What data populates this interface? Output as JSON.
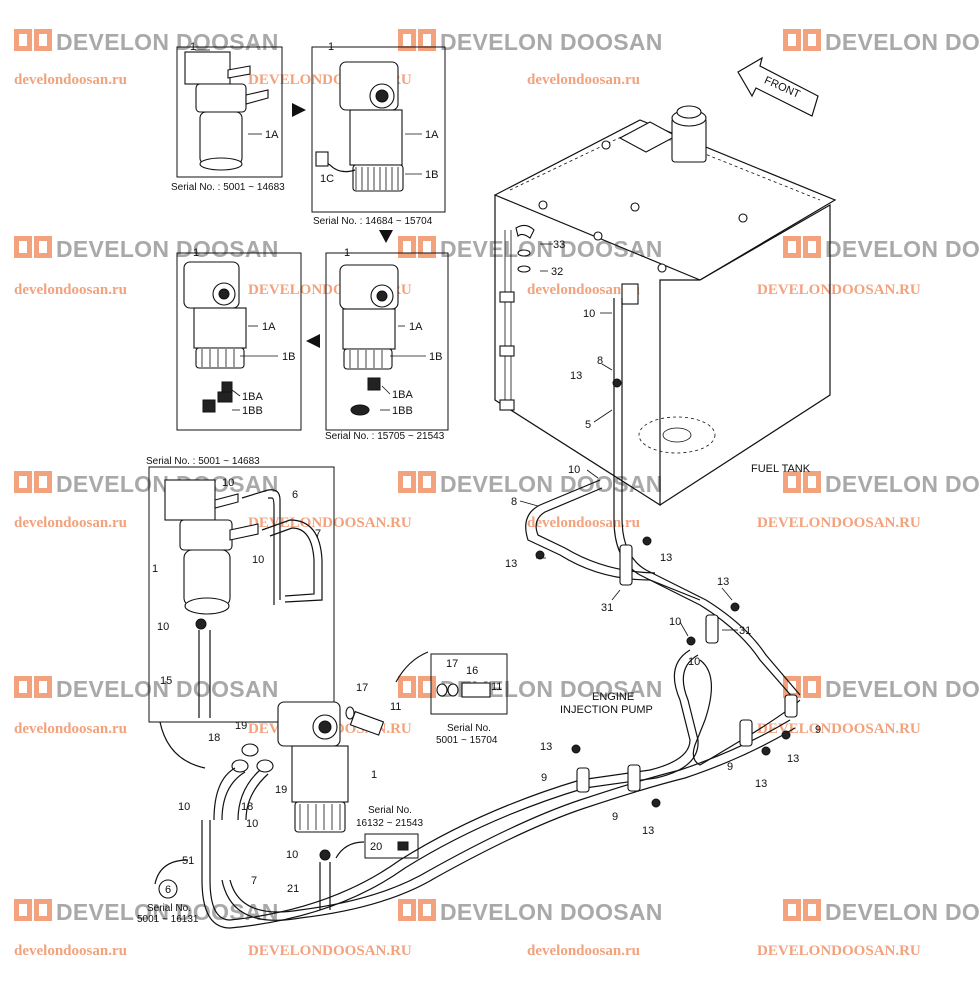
{
  "watermark": {
    "brand": "DEVELON DOOSAN",
    "url_lower": "develondoosan.ru",
    "url_upper": "DEVELONDOOSAN.RU",
    "brand_color": "#a9a9a9",
    "url_color": "#f2a27d"
  },
  "front_label": "FRONT",
  "fuel_tank_label": "FUEL TANK",
  "engine_label_line1": "ENGINE",
  "engine_label_line2": "INJECTION PUMP",
  "serials": {
    "s1": "Serial No. : 5001 ~ 14683",
    "s2": "Serial No. : 14684 ~ 15704",
    "s3": "Serial No. : 15705 ~ 21543",
    "s4": "Serial No. : 5001 ~ 14683",
    "s5_line1": "Serial No.",
    "s5_line2": "5001 ~ 15704",
    "s6_line1": "Serial No.",
    "s6_line2": "16132 ~ 21543",
    "s7_line1": "Serial No.",
    "s7_line2": "5001 ~ 16131"
  },
  "callouts": {
    "c1": "1",
    "c1A": "1A",
    "c1B": "1B",
    "c1C": "1C",
    "c1BA": "1BA",
    "c1BB": "1BB",
    "c5": "5",
    "c6": "6",
    "c7": "7",
    "c8": "8",
    "c9": "9",
    "c10": "10",
    "c11": "11",
    "c13": "13",
    "c15": "15",
    "c16": "16",
    "c17": "17",
    "c18": "18",
    "c19": "19",
    "c20": "20",
    "c21": "21",
    "c31": "31",
    "c32": "32",
    "c33": "33",
    "c51": "51"
  }
}
